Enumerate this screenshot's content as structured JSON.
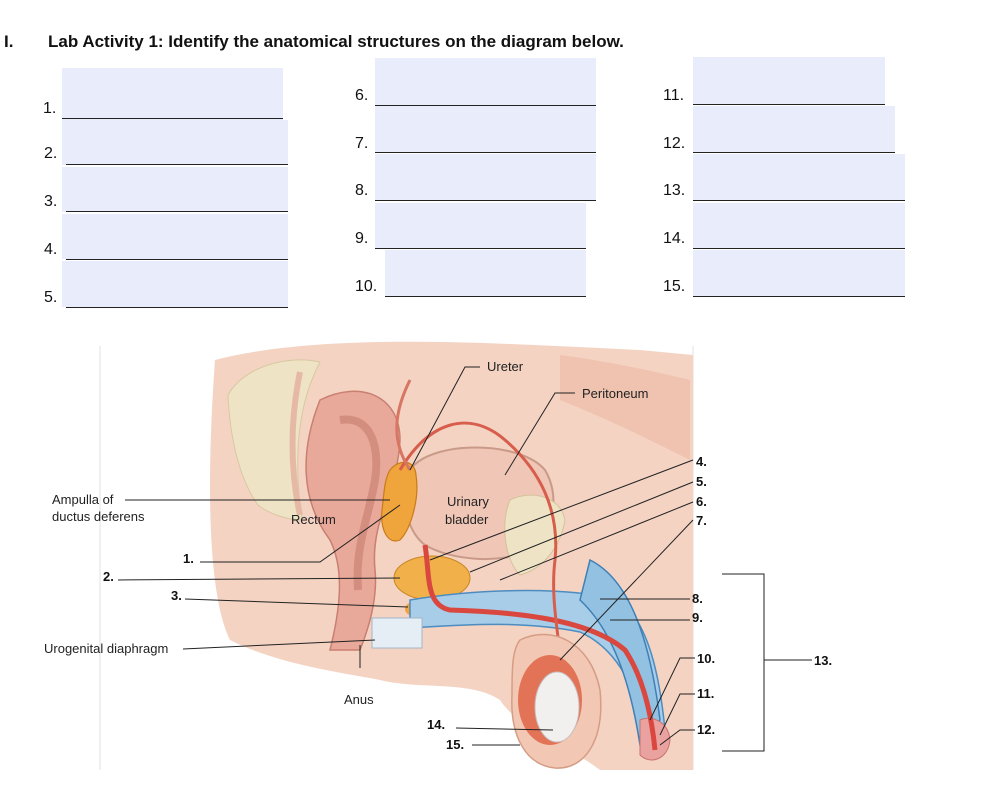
{
  "heading": {
    "roman": "I.",
    "title": "Lab Activity 1: Identify the anatomical structures on the diagram below."
  },
  "blanks": [
    "1.",
    "2.",
    "3.",
    "4.",
    "5.",
    "6.",
    "7.",
    "8.",
    "9.",
    "10.",
    "11.",
    "12.",
    "13.",
    "14.",
    "15."
  ],
  "figure": {
    "labels": {
      "ureter": "Ureter",
      "peritoneum": "Peritoneum",
      "ampulla_line1": "Ampulla of",
      "ampulla_line2": "ductus deferens",
      "rectum": "Rectum",
      "urinary_line1": "Urinary",
      "urinary_line2": "bladder",
      "urogenital": "Urogenital diaphragm",
      "anus": "Anus"
    },
    "callouts": [
      "1.",
      "2.",
      "3.",
      "4.",
      "5.",
      "6.",
      "7.",
      "8.",
      "9.",
      "10.",
      "11.",
      "12.",
      "13.",
      "14.",
      "15."
    ]
  }
}
